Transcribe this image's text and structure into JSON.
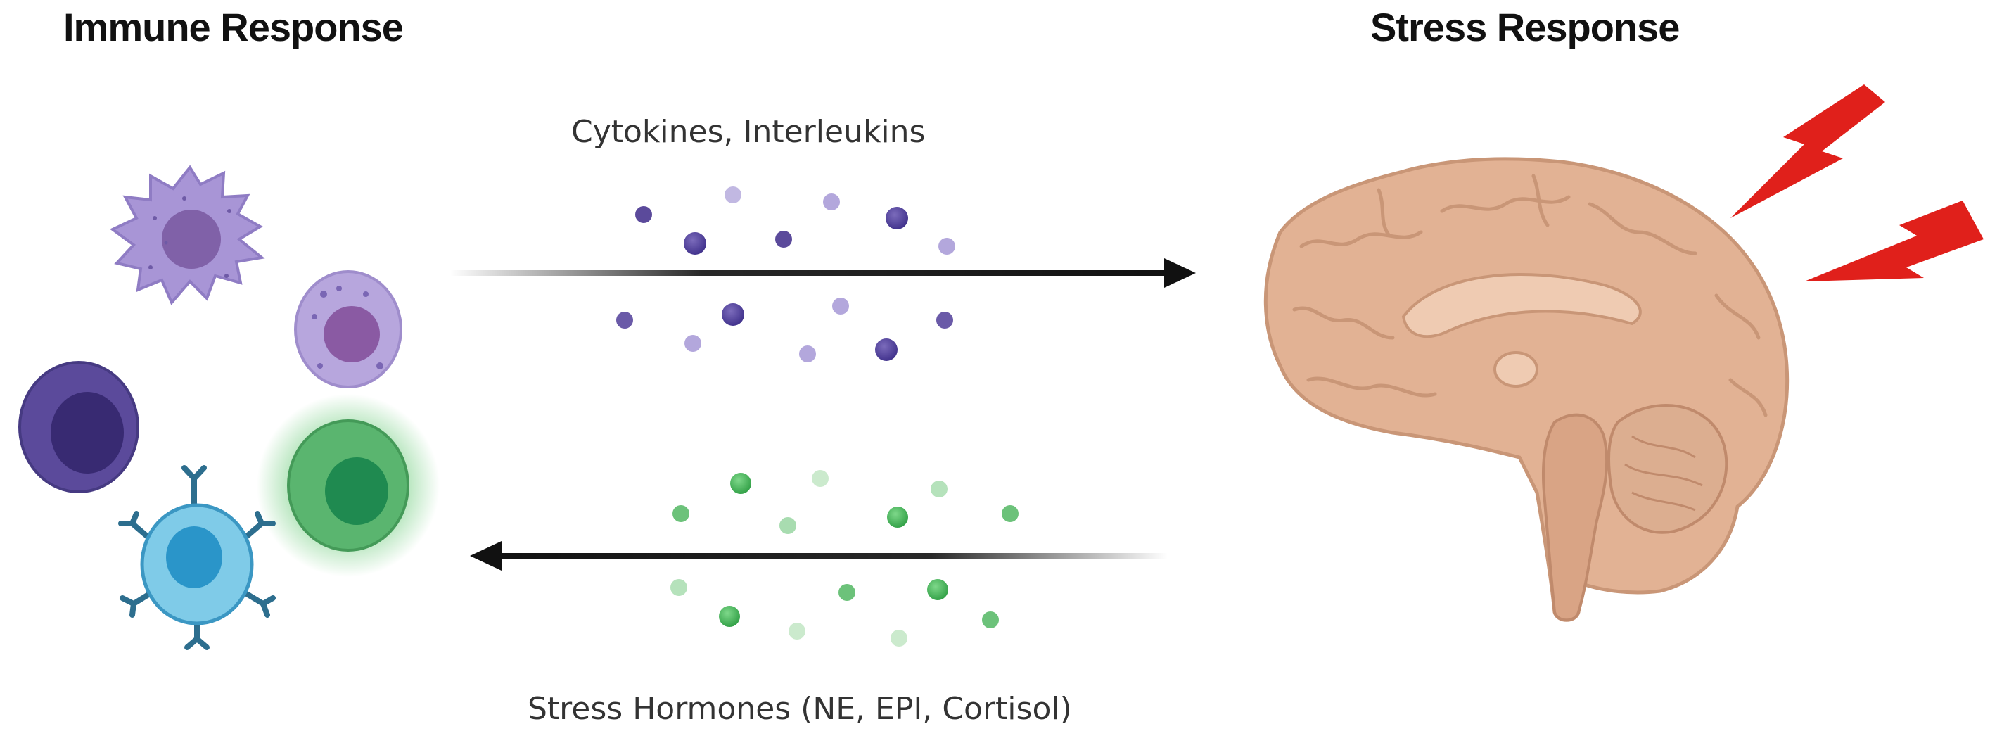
{
  "headings": {
    "immune": "Immune Response",
    "stress": "Stress Response"
  },
  "pathways": {
    "immune_to_brain": {
      "label": "Cytokines, Interleukins",
      "direction": "right",
      "particle_colors": [
        "#3e2f8a",
        "#7b6bbb",
        "#b9aee0"
      ]
    },
    "brain_to_immune": {
      "label": "Stress Hormones (NE, EPI, Cortisol)",
      "direction": "left",
      "particle_colors": [
        "#2f9e44",
        "#6cc27a",
        "#b5e2bb"
      ]
    }
  },
  "cells": [
    {
      "name": "dendritic-cell",
      "color": "#a895d6"
    },
    {
      "name": "mast-cell",
      "color": "#b7a6dd"
    },
    {
      "name": "lymphocyte",
      "color": "#5b4a9b"
    },
    {
      "name": "b-cell",
      "color": "#5fb7df"
    },
    {
      "name": "glowing-cell",
      "color": "#5ab56f"
    }
  ],
  "icons": [
    "brain-icon",
    "lightning-bolt-icon"
  ],
  "colors": {
    "arrow": "#111111",
    "brain": "#e2b294",
    "lightning": "#e0201b"
  }
}
